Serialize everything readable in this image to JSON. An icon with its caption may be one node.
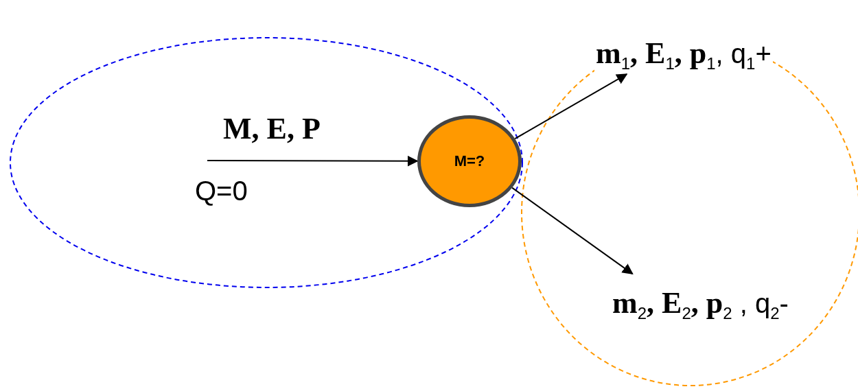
{
  "diagram": {
    "nodes": [
      {
        "text": [
          "M=?"
        ]
      },
      {
        "text": [
          "**m**$_{1}$**, E**$_{1}$**, p**$_{1}$, q$_{1}$+"
        ]
      },
      {
        "text": [
          "**m**$_{2}$**, E**$_{2}$**, p**$_{2}$ , q$_{2}$-"
        ]
      }
    ],
    "edges": [
      {
        "from": null,
        "to": 0,
        "arrow": "to"
      },
      {
        "from": 0,
        "to": 1,
        "arrow": "to"
      },
      {
        "from": 0,
        "to": 2,
        "arrow": "to"
      }
    ],
    "labels": [
      "**M, E, P**",
      "Q=0"
    ]
  }
}
